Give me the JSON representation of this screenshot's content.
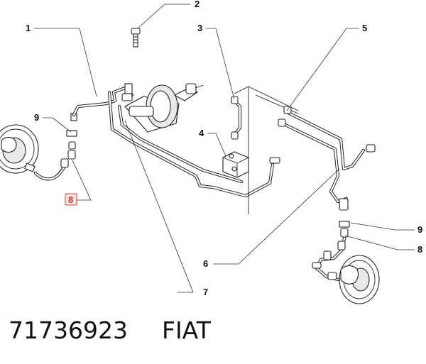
{
  "callouts": {
    "c1": "1",
    "c2": "2",
    "c3": "3",
    "c4": "4",
    "c5": "5",
    "c6": "6",
    "c7": "7",
    "c8_left": "8",
    "c8_right": "8",
    "c9_left": "9",
    "c9_right": "9"
  },
  "footer": {
    "part_number": "71736923",
    "brand": "FIAT"
  },
  "colors": {
    "highlight": "#c0392b",
    "highlight_fill": "#fbe3e1",
    "line": "#222222"
  }
}
